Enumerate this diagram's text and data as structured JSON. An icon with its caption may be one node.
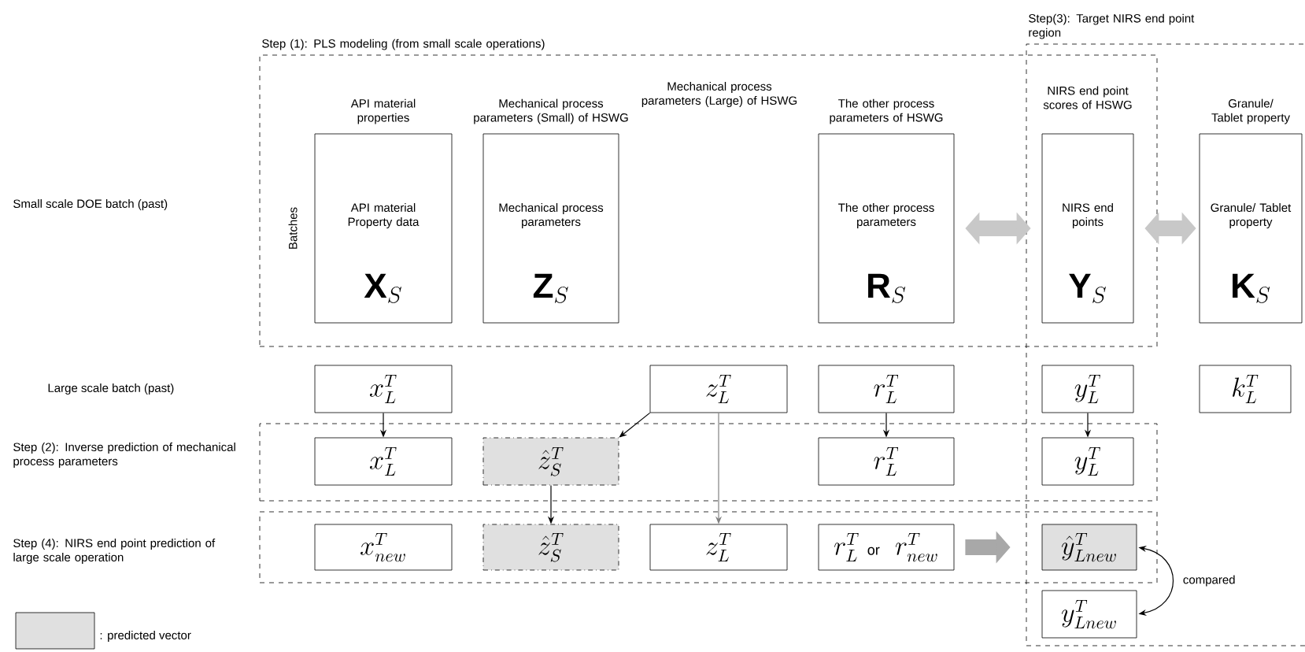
{
  "diagram": {
    "nodes": [
      {
        "text": [
          "Step (1): PLS modeling (from small scale operations)"
        ]
      },
      {
        "text": [
          "Step(3): Target NIRS end point region"
        ]
      },
      {
        "text": [
          "API material properties",
          "API material Property data",
          "\\mathbf{X}_{S}"
        ],
        "in": 0
      },
      {
        "text": [
          "Mechanical process parameters (Small) of HSWG",
          "Mechanical process parameters",
          "\\mathbf{Z}_{S}"
        ],
        "in": 0
      },
      {
        "text": [
          "The other process parameters of HSWG",
          "The other process parameters",
          "\\mathbf{R}_{S}"
        ],
        "in": 0
      },
      {
        "text": [
          "NIRS end points",
          "\\mathbf{Y}_{S}"
        ]
      },
      {
        "text": [
          "Granule/ Tablet property",
          "Granule/ Tablet property",
          "\\mathbf{K}_{S}"
        ],
        "in": 1
      },
      {
        "text": [
          "x_{L}^{T}"
        ]
      },
      {
        "text": [
          "z_{L}^{T}"
        ]
      },
      {
        "text": [
          "r_{L}^{T}"
        ]
      },
      {
        "text": [
          "y_{L}^{T}"
        ],
        "in": 1
      },
      {
        "text": [
          "k_{L}^{T}"
        ],
        "in": 1
      },
      {
        "text": [],
        "shape": "box"
      },
      {
        "text": [
          "x_{L}^{T}"
        ],
        "in": 12
      },
      {
        "text": [
          "\\hat{z}_{S}^{T}"
        ],
        "in": 12
      },
      {
        "text": [
          "r_{L}^{T}"
        ],
        "in": 12
      },
      {
        "text": [
          "y_{L}^{T}"
        ]
      },
      {
        "text": [],
        "shape": "box"
      },
      {
        "text": [
          "x_{new}^{T}"
        ],
        "in": 17
      },
      {
        "text": [
          "\\hat{z}_{S}^{T}"
        ],
        "in": 17
      },
      {
        "text": [
          "z_{L}^{T}"
        ],
        "in": 17
      },
      {
        "text": [
          "r_{L}^{T}\\;\\mbox{\\small or}\\;\\; r_{new}^{T}"
        ],
        "in": 17
      },
      {
        "text": [
          "\\hat{y}_{Lnew}^{T}"
        ]
      },
      {
        "text": [
          "y_{Lnew}^{T}"
        ],
        "in": 1
      }
    ],
    "edges": [
      {
        "from": 4,
        "to": 5,
        "arrow": "both",
        "style": "thick",
        "color": "#c8c8c8"
      },
      {
        "from": 5,
        "to": 6,
        "arrow": "both",
        "style": "thick",
        "color": "#c8c8c8"
      },
      {
        "from": 7,
        "to": 13,
        "arrow": "to"
      },
      {
        "from": 8,
        "to": 14,
        "arrow": "to"
      },
      {
        "from": 8,
        "to": 20,
        "arrow": "to",
        "color": "#808080"
      },
      {
        "from": 9,
        "to": 15,
        "arrow": "to"
      },
      {
        "from": 10,
        "to": 16,
        "arrow": "to"
      },
      {
        "from": 14,
        "to": 19,
        "arrow": "to"
      },
      {
        "from": 21,
        "to": 22,
        "arrow": "to",
        "style": "thick",
        "color": "#a8a8a8"
      },
      {
        "from": 22,
        "to": 23,
        "arrow": "both",
        "label": "compared"
      }
    ],
    "labels": [
      "Mechanical process parameters (Large) of HSWG",
      "NIRS end point scores of HSWG",
      "Small scale DOE batch (past)",
      "Batches",
      "Large scale batch (past)",
      "Step (2): Inverse prediction of mechanical process parameters",
      "Step (4): NIRS end point prediction of large scale operation"
    ],
    "legend": [
      {
        "text": ": predicted vector",
        "color": "#e0e0e0"
      }
    ]
  }
}
